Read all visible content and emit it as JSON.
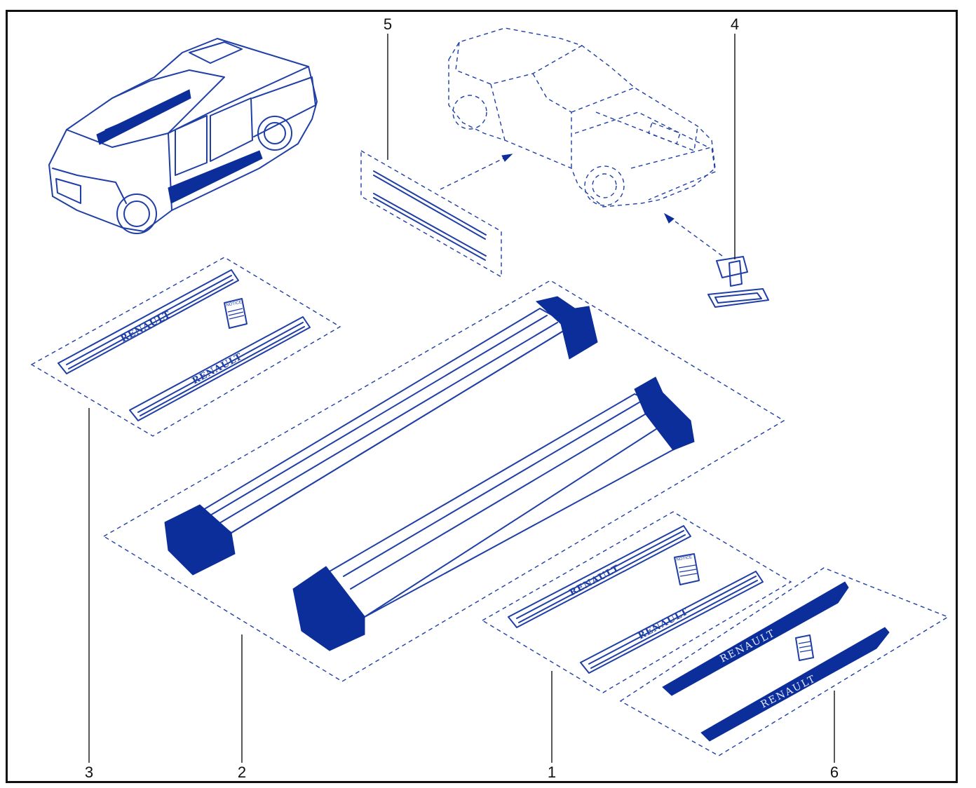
{
  "callouts": {
    "c1": "1",
    "c2": "2",
    "c3": "3",
    "c4": "4",
    "c5": "5",
    "c6": "6"
  },
  "labels": {
    "brand_logo": "RENAULT",
    "notice": "NOTICE"
  },
  "colors": {
    "ink": "#1f3fa6",
    "solid": "#0c2e9a",
    "frame": "#111111"
  }
}
